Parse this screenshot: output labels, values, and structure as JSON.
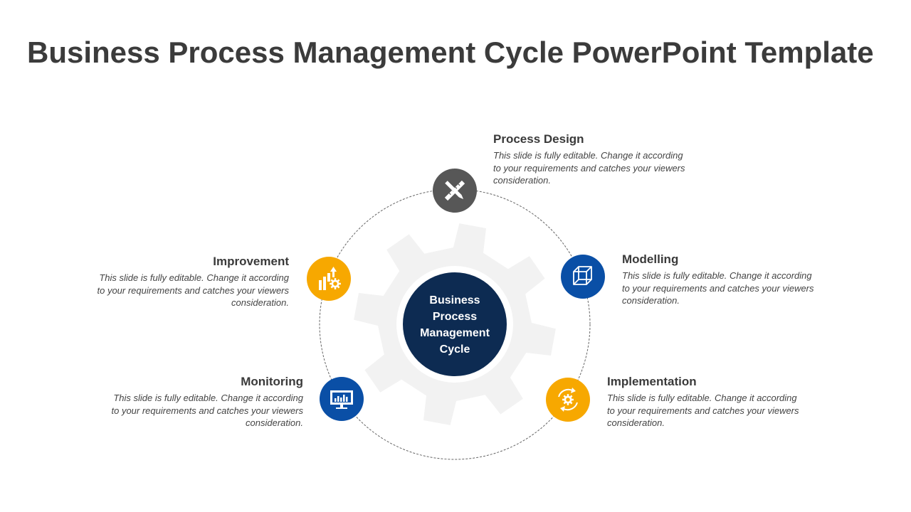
{
  "title": "Business Process Management Cycle PowerPoint Template",
  "center": {
    "label": "Business Process Management Cycle",
    "color": "#0d2b52"
  },
  "colors": {
    "gray": "#575757",
    "blue": "#0a4fa6",
    "orange": "#f7a800",
    "gear": "#f2f2f2",
    "dashed_ring": "#666666"
  },
  "steps": [
    {
      "id": "process-design",
      "title": "Process Design",
      "description": "This slide is fully editable. Change it according to your requirements and catches your viewers consideration.",
      "icon": "ruler-pencil-icon",
      "color": "#575757"
    },
    {
      "id": "modelling",
      "title": "Modelling",
      "description": "This slide is fully editable. Change it according to your requirements and catches your viewers consideration.",
      "icon": "cube-icon",
      "color": "#0a4fa6"
    },
    {
      "id": "implementation",
      "title": "Implementation",
      "description": "This slide is fully editable. Change it according to your requirements and catches your viewers consideration.",
      "icon": "gear-cycle-icon",
      "color": "#f7a800"
    },
    {
      "id": "monitoring",
      "title": "Monitoring",
      "description": "This slide is fully editable. Change it according to your requirements and catches your viewers consideration.",
      "icon": "monitor-chart-icon",
      "color": "#0a4fa6"
    },
    {
      "id": "improvement",
      "title": "Improvement",
      "description": "This slide is fully editable. Change it according to your requirements and catches your viewers consideration.",
      "icon": "growth-gear-icon",
      "color": "#f7a800"
    }
  ]
}
